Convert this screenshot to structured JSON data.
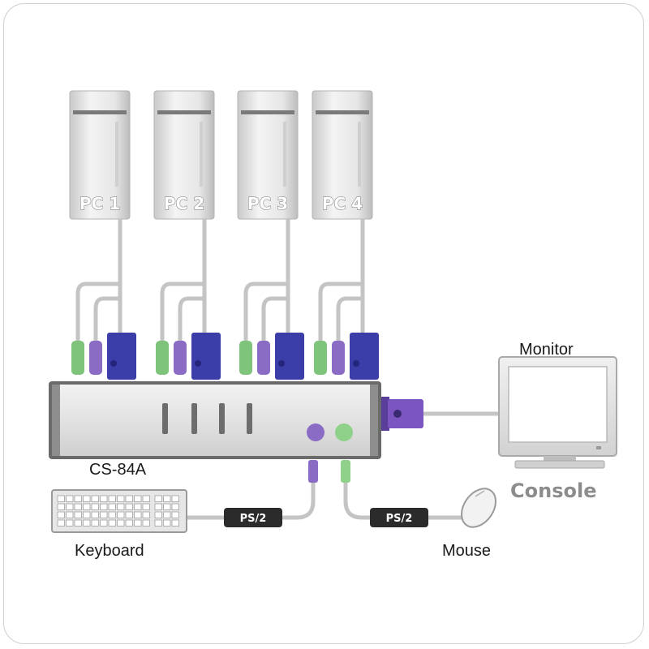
{
  "pcs": [
    {
      "label": "PC 1"
    },
    {
      "label": "PC 2"
    },
    {
      "label": "PC 3"
    },
    {
      "label": "PC 4"
    }
  ],
  "switch": {
    "model": "CS-84A"
  },
  "console": {
    "title": "Console",
    "monitor_label": "Monitor",
    "keyboard_label": "Keyboard",
    "mouse_label": "Mouse"
  },
  "cables": {
    "keyboard_tag": "PS/2",
    "mouse_tag": "PS/2"
  },
  "colors": {
    "vga_blue": "#3b3ea8",
    "ps2_purple": "#8a6cc4",
    "ps2_green": "#7ec47a",
    "cable_gray": "#c4c4c4",
    "body_gray": "#dcdcdc"
  }
}
